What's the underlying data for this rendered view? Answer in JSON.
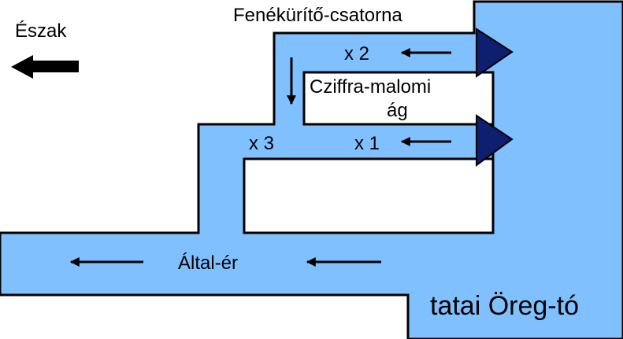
{
  "labels": {
    "north": "Észak",
    "bottom_channel": "Fenékürítő-csatorna",
    "branch_line1": "Cziffra-malomi",
    "branch_line2": "ág",
    "x2": "x 2",
    "x1": "x 1",
    "x3": "x 3",
    "altal_er": "Által-ér",
    "lake": "tatai Öreg-tó"
  },
  "colors": {
    "water": "#80c0ff",
    "outline": "#000000",
    "gate": "#0d1f6e",
    "background": "#ffffff"
  },
  "icons": {
    "north_arrow": "thick-left-arrow-icon",
    "flow_arrow": "left-arrow-icon",
    "gate": "triangle-gate-icon"
  }
}
